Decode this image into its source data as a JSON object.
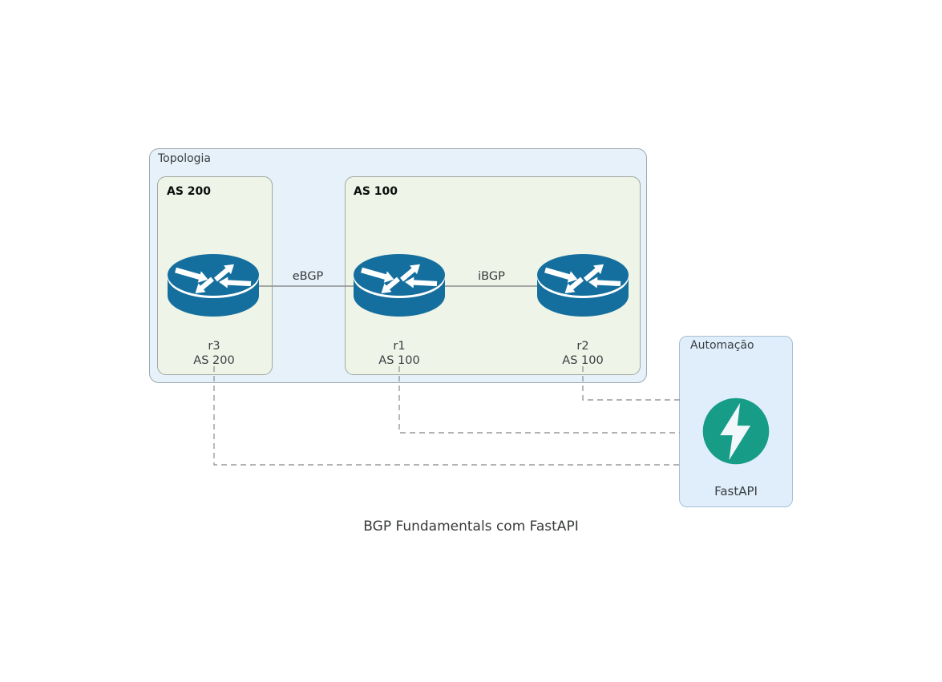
{
  "diagram": {
    "title": "BGP Fundamentals com FastAPI",
    "topology": {
      "label": "Topologia",
      "as_groups": [
        {
          "label": "AS 200",
          "routers": [
            {
              "name": "r3",
              "as": "AS 200"
            }
          ]
        },
        {
          "label": "AS 100",
          "routers": [
            {
              "name": "r1",
              "as": "AS 100"
            },
            {
              "name": "r2",
              "as": "AS 100"
            }
          ]
        }
      ],
      "links": [
        {
          "from": "r3",
          "to": "r1",
          "label": "eBGP"
        },
        {
          "from": "r1",
          "to": "r2",
          "label": "iBGP"
        }
      ]
    },
    "automation": {
      "label": "Automação",
      "node_label": "FastAPI",
      "icon": "lightning-bolt-icon",
      "dashed_connections": [
        "r2",
        "r1",
        "r3"
      ]
    },
    "colors": {
      "router_blue": "#156f9e",
      "fastapi_teal": "#179c88",
      "topology_fill": "#e6f1f9",
      "as_fill": "#eef4e7",
      "automation_fill": "#dfeefa",
      "line_gray": "#8f8f8f",
      "dash_gray": "#9a9a9a"
    }
  }
}
